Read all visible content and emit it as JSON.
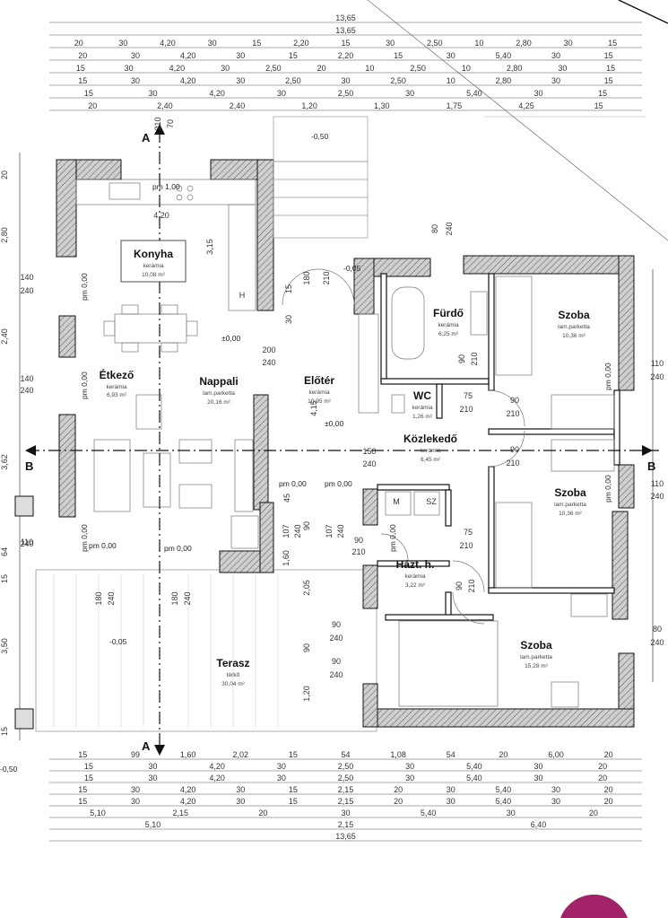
{
  "dimension_rows_top": [
    [
      "13,65"
    ],
    [
      "13,65"
    ],
    [
      "20",
      "30",
      "4,20",
      "30",
      "15",
      "2,20",
      "15",
      "30",
      "2,50",
      "10",
      "2,80",
      "30",
      "15"
    ],
    [
      "20",
      "30",
      "4,20",
      "30",
      "15",
      "2,20",
      "15",
      "30",
      "5,40",
      "30",
      "15"
    ],
    [
      "15",
      "30",
      "4,20",
      "30",
      "2,50",
      "20",
      "10",
      "2,50",
      "10",
      "2,80",
      "30",
      "15"
    ],
    [
      "15",
      "30",
      "4,20",
      "30",
      "2,50",
      "30",
      "2,50",
      "10",
      "2,80",
      "30",
      "15"
    ],
    [
      "15",
      "30",
      "4,20",
      "30",
      "2,50",
      "30",
      "5,40",
      "30",
      "15"
    ],
    [
      "20",
      "2,40",
      "2,40",
      "1,20",
      "1,30",
      "1,75",
      "4,25",
      "15"
    ]
  ],
  "dimension_rows_bottom": [
    [
      "15",
      "99",
      "1,60",
      "2,02",
      "15",
      "54",
      "1,08",
      "54",
      "20",
      "6,00",
      "20"
    ],
    [
      "15",
      "30",
      "4,20",
      "30",
      "2,50",
      "30",
      "5,40",
      "30",
      "20"
    ],
    [
      "15",
      "30",
      "4,20",
      "30",
      "2,50",
      "30",
      "5,40",
      "30",
      "20"
    ],
    [
      "15",
      "30",
      "4,20",
      "30",
      "15",
      "2,15",
      "20",
      "30",
      "5,40",
      "30",
      "20"
    ],
    [
      "15",
      "30",
      "4,20",
      "30",
      "15",
      "2,15",
      "20",
      "30",
      "5,40",
      "30",
      "20"
    ],
    [
      "5,10",
      "2,15",
      "20",
      "30",
      "5,40",
      "30",
      "20"
    ],
    [
      "5,10",
      "2,15",
      "6,40"
    ],
    [
      "13,65"
    ]
  ],
  "left_dims": [
    "20",
    "2,80",
    "140",
    "240",
    "2,40",
    "140",
    "240",
    "3,62",
    "64",
    "15",
    "110",
    "240",
    "3,50",
    "15"
  ],
  "right_dims": [
    "110",
    "240",
    "110",
    "240",
    "80",
    "240"
  ],
  "rooms": [
    {
      "name": "Konyha",
      "floor": "kerámia",
      "area": "10,08 m²"
    },
    {
      "name": "Étkező",
      "floor": "kerámia",
      "area": "6,93 m²"
    },
    {
      "name": "Nappali",
      "floor": "lam.parketta",
      "area": "20,16 m²"
    },
    {
      "name": "Előtér",
      "floor": "kerámia",
      "area": "10,95 m²"
    },
    {
      "name": "Fürdő",
      "floor": "kerámia",
      "area": "6,25 m²"
    },
    {
      "name": "WC",
      "floor": "kerámia",
      "area": "1,26 m²"
    },
    {
      "name": "Közlekedő",
      "floor": "kerámia",
      "area": "6,45 m²"
    },
    {
      "name": "Szoba",
      "floor": "lam.parketta",
      "area": "10,36 m²"
    },
    {
      "name": "Szoba",
      "floor": "lam.parketta",
      "area": "10,36 m²"
    },
    {
      "name": "Házt. h.",
      "floor": "kerámia",
      "area": "3,22 m²"
    },
    {
      "name": "Szoba",
      "floor": "lam.parketta",
      "area": "15,28 m²"
    },
    {
      "name": "Terasz",
      "floor": "térkő",
      "area": "30,04 m²"
    }
  ],
  "levels": [
    "pm 1,00",
    "±0,00",
    "±0,00",
    "-0,50",
    "-0,05",
    "-0,05",
    "pm 0,00",
    "pm 0,00",
    "pm 0,00",
    "pm 0,00",
    "pm 0,00",
    "pm 0,00",
    "pm 0,00",
    "pm 0,00",
    "pm 0,00",
    "pm 0,00",
    "-0,50"
  ],
  "section_labels": [
    "A",
    "A",
    "B",
    "B"
  ],
  "misc_labels": [
    "4,20",
    "3,15",
    "15",
    "30",
    "180",
    "210",
    "200",
    "240",
    "4,15",
    "80",
    "240",
    "90",
    "210",
    "75",
    "210",
    "90",
    "210",
    "150",
    "240",
    "90",
    "210",
    "45",
    "90",
    "1,60",
    "107",
    "240",
    "107",
    "240",
    "90",
    "210",
    "2,05",
    "75",
    "210",
    "90",
    "210",
    "180",
    "240",
    "180",
    "240",
    "90",
    "240",
    "90",
    "240",
    "1,20",
    "90",
    "M",
    "SZ",
    "H",
    "210",
    "70"
  ]
}
